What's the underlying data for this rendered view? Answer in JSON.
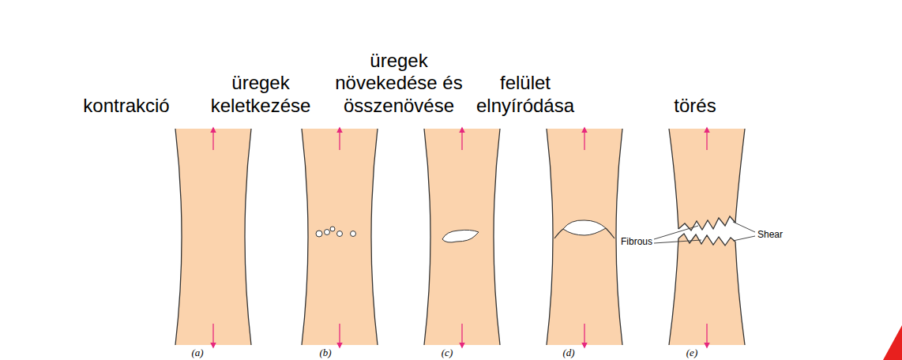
{
  "diagram": {
    "labels": [
      "kontrakció",
      "üregek keletkezése",
      "üregek növekedése és összenövése",
      "felület elnyíródása",
      "törés",
      "(a)",
      "(b)",
      "(c)",
      "(d)",
      "(e)",
      "Fibrous",
      "Shear"
    ]
  }
}
